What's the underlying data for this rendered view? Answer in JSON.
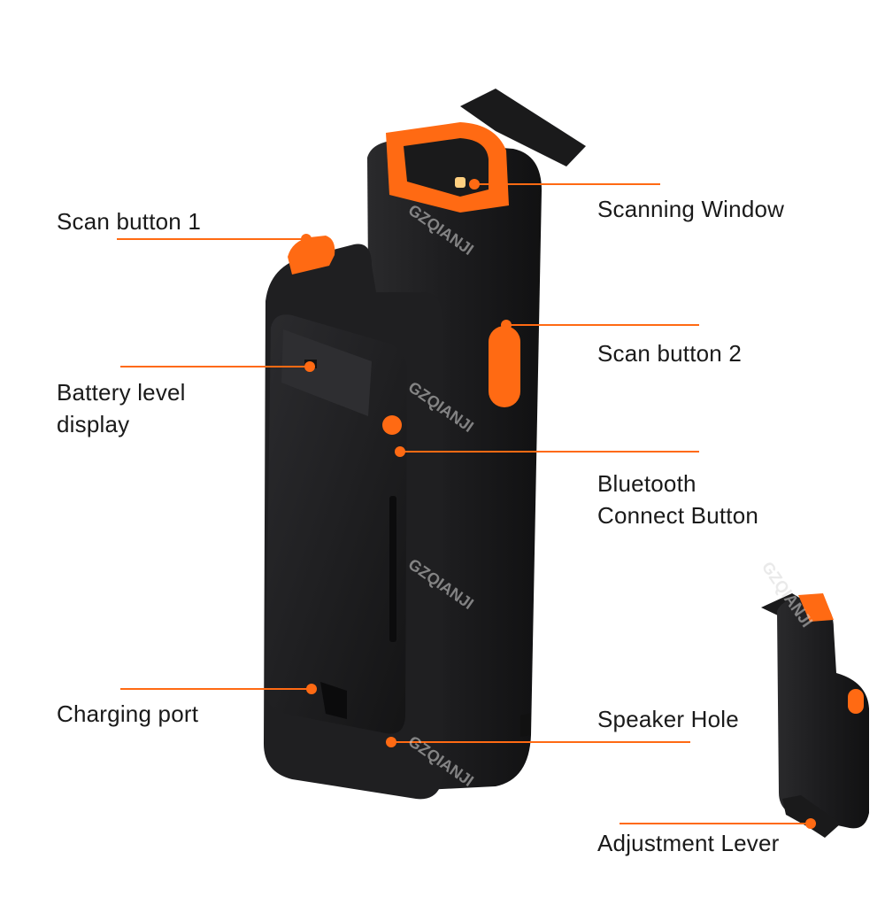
{
  "colors": {
    "accent": "#ff6a13",
    "device_body": "#1c1c1e",
    "device_shade": "#0f0f10",
    "background": "#ffffff",
    "text": "#1a1a1a"
  },
  "labels": {
    "scan_button_1": "Scan button 1",
    "scanning_window": "Scanning Window",
    "scan_button_2": "Scan button 2",
    "battery_level": [
      "Battery level",
      "display"
    ],
    "bluetooth": [
      "Bluetooth",
      "Connect Button"
    ],
    "charging_port": "Charging port",
    "speaker_hole": "Speaker Hole",
    "adjustment_lever": "Adjustment Lever"
  },
  "watermark": "GZQIANJI"
}
